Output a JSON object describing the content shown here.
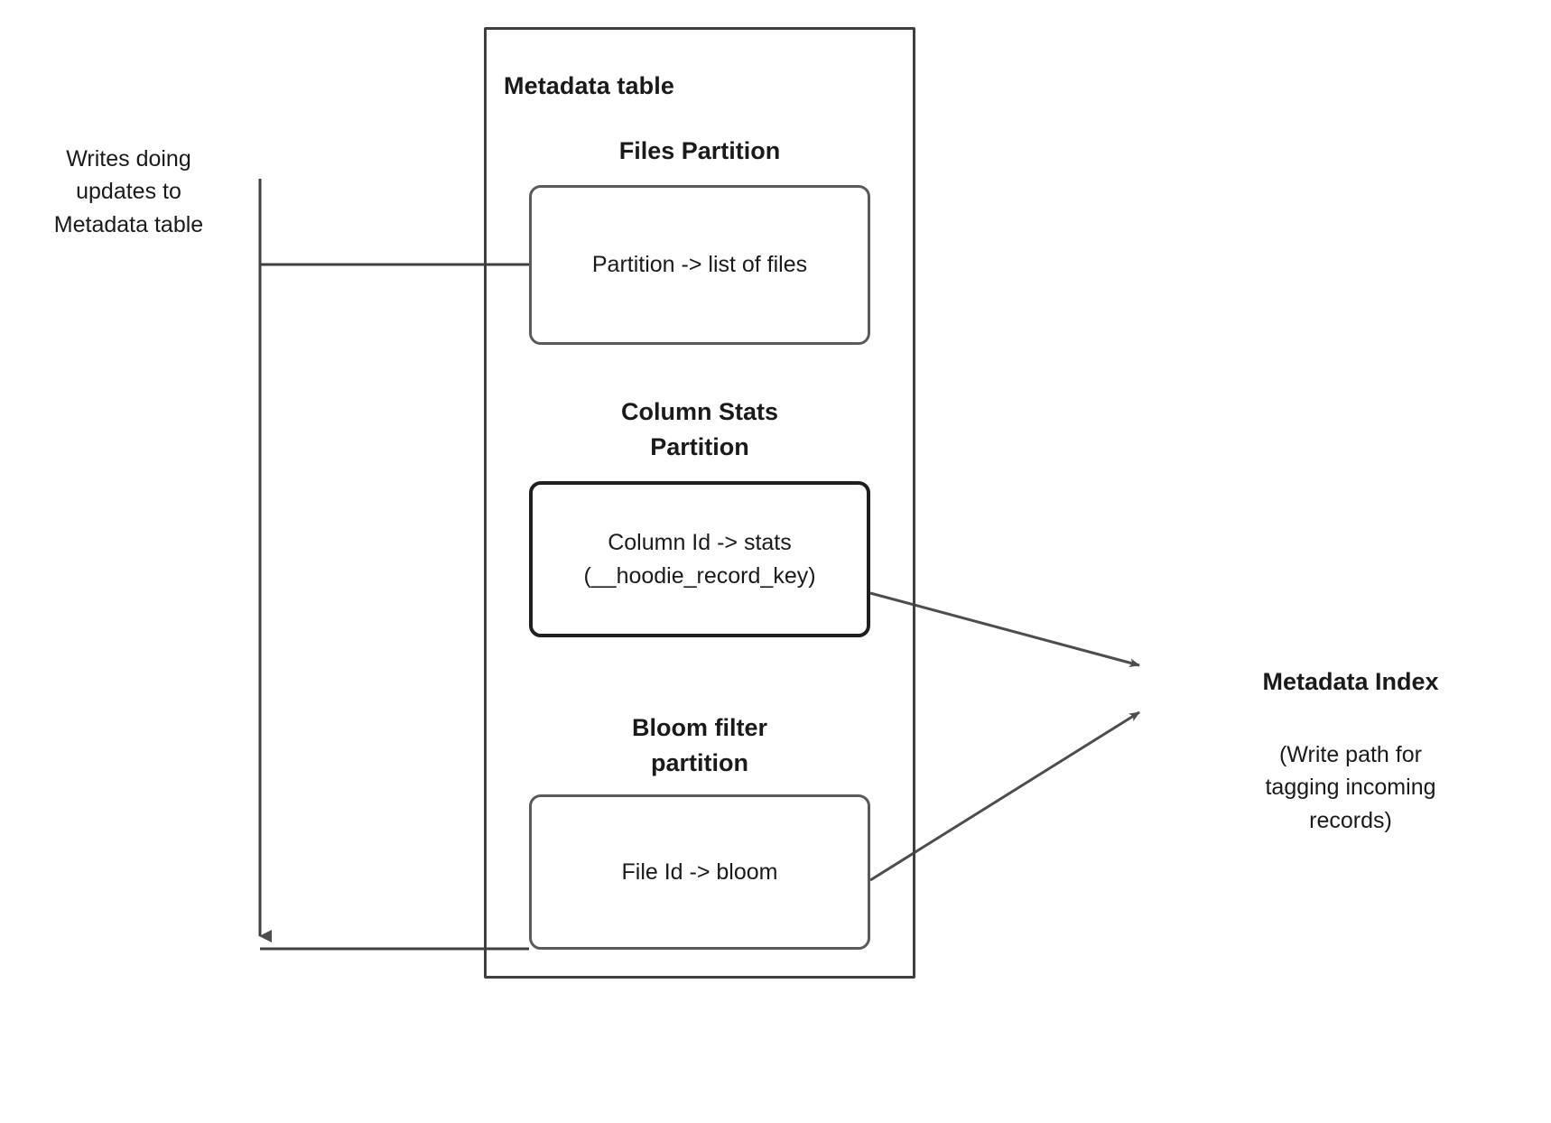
{
  "diagram": {
    "left_note": "Writes doing\nupdates to\nMetadata table",
    "container": {
      "title": "Metadata table",
      "sections": [
        {
          "heading": "Files Partition",
          "box_text": "Partition -> list of files"
        },
        {
          "heading": "Column Stats\nPartition",
          "box_text": "Column Id  -> stats\n(__hoodie_record_key)"
        },
        {
          "heading": "Bloom filter\npartition",
          "box_text": "File Id -> bloom"
        }
      ]
    },
    "right": {
      "title": "Metadata Index",
      "note": "(Write path for\ntagging incoming\nrecords)"
    },
    "colors": {
      "stroke": "#3f3f3f",
      "stroke_light": "#5a5a5a",
      "stroke_dark": "#1f1f1f",
      "text": "#1a1a1a",
      "background": "#ffffff"
    }
  }
}
